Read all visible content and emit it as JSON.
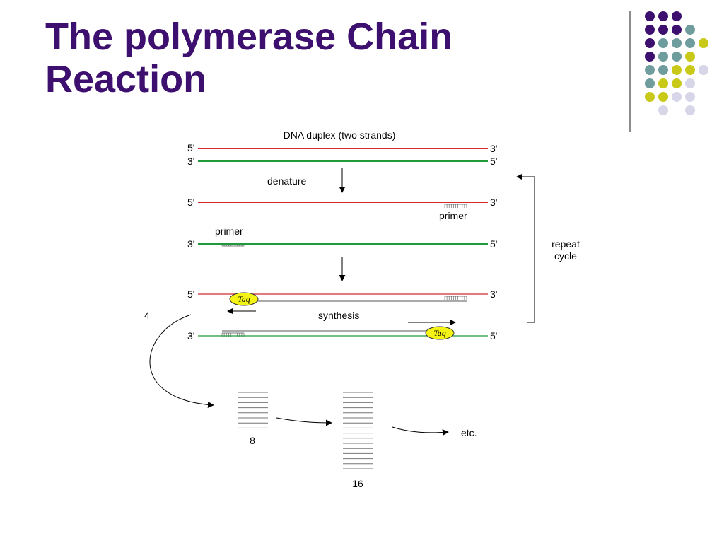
{
  "slide": {
    "title_line1": "The polymerase Chain",
    "title_line2": "Reaction"
  },
  "colors": {
    "title": "#3d0f6e",
    "strand_5to3": "#d42a2a",
    "strand_3to5": "#1f9a3a",
    "taq_fill": "#f3f315",
    "dot_purple": "#3d0f6e",
    "dot_teal": "#6f9c9c",
    "dot_yellow": "#c9c91a",
    "dot_lavender": "#d6d6e8"
  },
  "decoration": {
    "dot_grid": [
      [
        "purple",
        "purple",
        "purple",
        null,
        null
      ],
      [
        "purple",
        "purple",
        "purple",
        "teal",
        null
      ],
      [
        "purple",
        "teal",
        "teal",
        "teal",
        "yellow"
      ],
      [
        "purple",
        "teal",
        "teal",
        "yellow",
        null
      ],
      [
        "teal",
        "teal",
        "yellow",
        "yellow",
        "lavender"
      ],
      [
        "teal",
        "yellow",
        "yellow",
        "lavender",
        null
      ],
      [
        "yellow",
        "yellow",
        "lavender",
        "lavender",
        null
      ],
      [
        null,
        "lavender",
        null,
        "lavender",
        null
      ]
    ]
  },
  "diagram": {
    "duplex_label": "DNA duplex (two strands)",
    "end_5": "5'",
    "end_3": "3'",
    "denature_label": "denature",
    "primer_label": "primer",
    "repeat_line1": "repeat",
    "repeat_line2": "cycle",
    "synthesis_label": "synthesis",
    "taq_label": "Taq",
    "count_start": "4",
    "count_8": "8",
    "count_16": "16",
    "etc_label": "etc."
  }
}
